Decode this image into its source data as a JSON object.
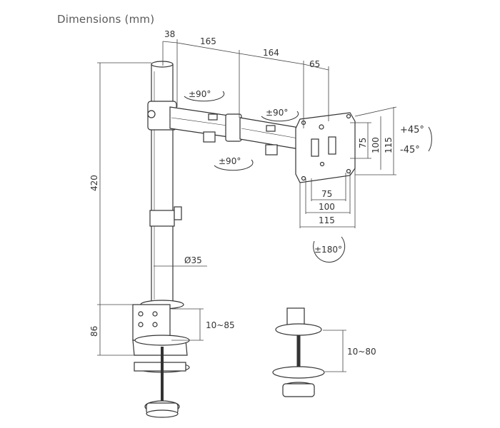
{
  "title": "Dimensions (mm)",
  "dimensions": {
    "top_38": "38",
    "top_165": "165",
    "top_164": "164",
    "top_65": "65",
    "height_420": "420",
    "pole_diameter": "Ø35",
    "clamp_height_86": "86",
    "clamp_range": "10~85",
    "grommet_range": "10~80",
    "vesa_h_75": "75",
    "vesa_h_100": "100",
    "vesa_h_115": "115",
    "vesa_v_75": "75",
    "vesa_v_100": "100",
    "vesa_v_115": "115"
  },
  "rotations": {
    "pole_swivel": "±90°",
    "arm_swivel_lower": "±90°",
    "arm_swivel_mid": "±90°",
    "tilt_up": "+45°",
    "tilt_down": "-45°",
    "rotate": "±180°"
  },
  "colors": {
    "line": "#333333",
    "dim": "#444444"
  }
}
